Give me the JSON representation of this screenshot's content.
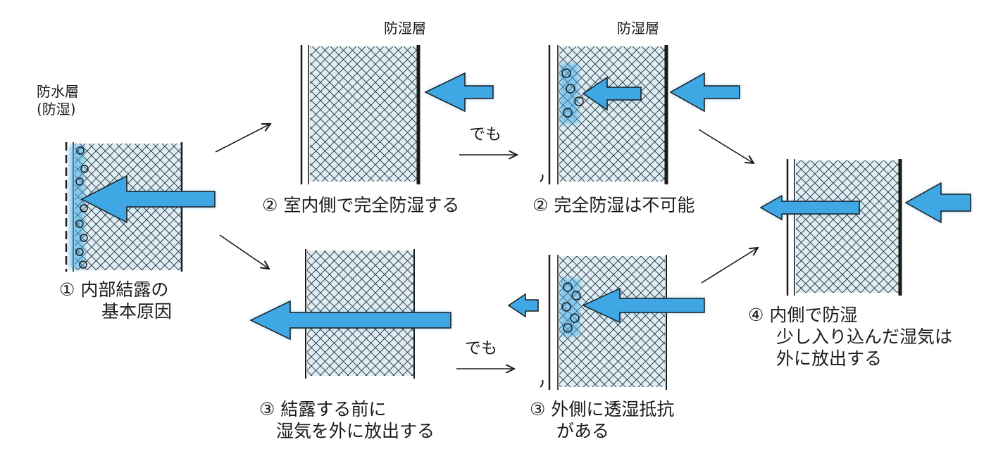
{
  "labels": {
    "waterproof_layer_1": "防水層",
    "waterproof_layer_2": "(防湿)",
    "step1_line1": "① 内部結露の",
    "step1_line2": "基本原因",
    "moisture_barrier_a": "防湿層",
    "moisture_barrier_b": "防湿層",
    "step2a": "② 室内側で完全防湿する",
    "demo_top": "でも",
    "step2b": "② 完全防湿は不可能",
    "step3a_line1": "③ 結露する前に",
    "step3a_line2": "湿気を外に放出する",
    "demo_bottom": "でも",
    "step3b_line1": "③ 外側に透湿抵抗",
    "step3b_line2": "がある",
    "step4_line1": "④ 内側で防湿",
    "step4_line2": "少し入り込んだ湿気は",
    "step4_line3": "外に放出する"
  },
  "colors": {
    "moisture_blue": "#3ea7e4",
    "wall_fill": "#ddeef6",
    "ink": "#1b1b1b"
  }
}
